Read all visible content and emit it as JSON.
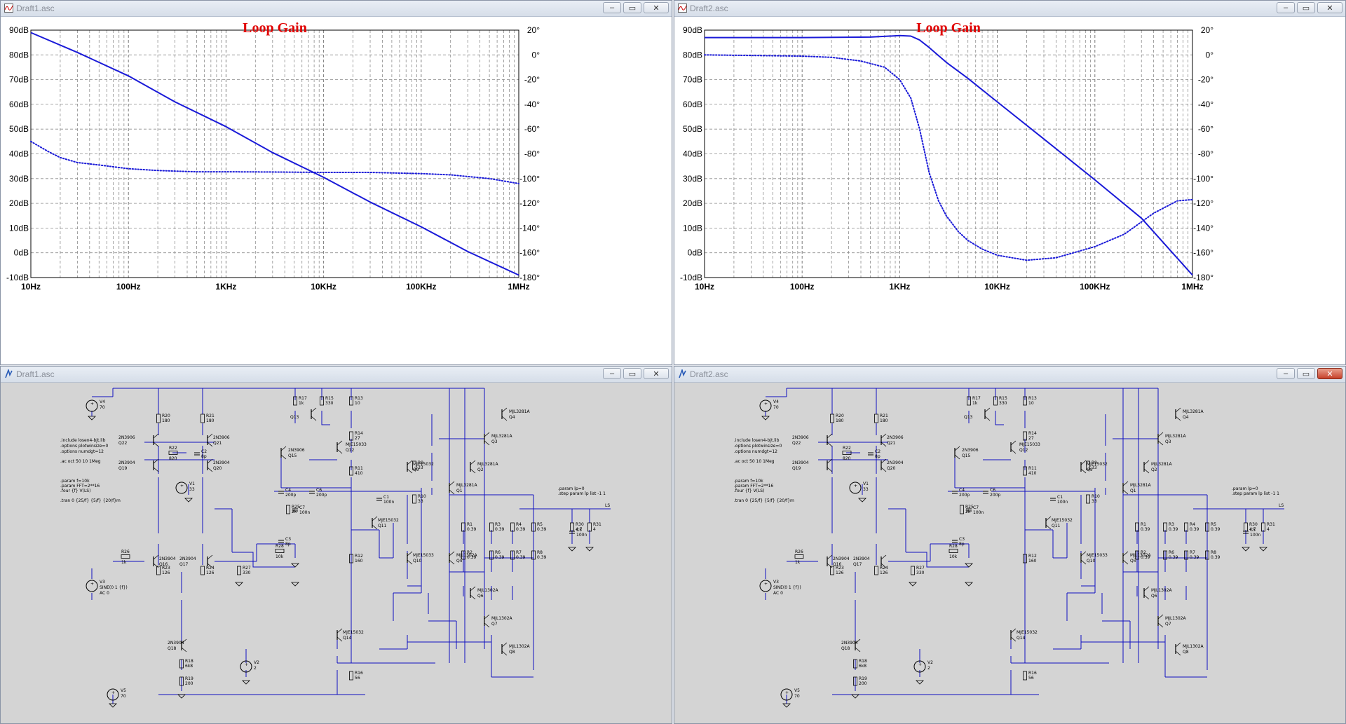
{
  "windows": [
    {
      "id": "plot1",
      "title": "Draft1.asc",
      "kind": "plot"
    },
    {
      "id": "plot2",
      "title": "Draft2.asc",
      "kind": "plot"
    },
    {
      "id": "sch1",
      "title": "Draft1.asc",
      "kind": "schematic"
    },
    {
      "id": "sch2",
      "title": "Draft2.asc",
      "kind": "schematic"
    }
  ],
  "window_buttons": {
    "minimize": "‒",
    "maximize": "▭",
    "close": "✕"
  },
  "icons": {
    "plot_window": "waveform-icon",
    "schematic_window": "ltspice-icon"
  },
  "colors": {
    "trace": "#1a1ad8",
    "title": "#e00000",
    "grid": "#9a9a9a",
    "schematic_wire": "#1010c0",
    "schematic_bg": "#d4d4d4"
  },
  "chart_data": [
    {
      "type": "line",
      "title": "Loop Gain",
      "x_scale": "log",
      "xlim": [
        10,
        1000000
      ],
      "x_ticks": [
        "10Hz",
        "100Hz",
        "1KHz",
        "10KHz",
        "100KHz",
        "1MHz"
      ],
      "y_left_ticks": [
        "90dB",
        "80dB",
        "70dB",
        "60dB",
        "50dB",
        "40dB",
        "30dB",
        "20dB",
        "10dB",
        "0dB",
        "-10dB"
      ],
      "y_right_ticks": [
        "20°",
        "0°",
        "-20°",
        "-40°",
        "-60°",
        "-80°",
        "-100°",
        "-120°",
        "-140°",
        "-160°",
        "-180°"
      ],
      "ylim_left": [
        -10,
        90
      ],
      "ylim_right": [
        -180,
        20
      ],
      "grid": true,
      "series": [
        {
          "style": "solid",
          "axis": "left",
          "x": [
            10,
            30,
            100,
            300,
            1000,
            3000,
            10000,
            30000,
            100000,
            300000,
            1000000
          ],
          "values": [
            89,
            81,
            71.5,
            61,
            51,
            40.5,
            30.5,
            20.5,
            10.5,
            0.5,
            -9
          ]
        },
        {
          "style": "dotted",
          "axis": "right",
          "x": [
            10,
            15,
            20,
            30,
            50,
            100,
            200,
            500,
            1000,
            3000,
            10000,
            30000,
            100000,
            200000,
            500000,
            1000000
          ],
          "values": [
            -70,
            -78,
            -83,
            -87,
            -89,
            -92,
            -93.5,
            -94.5,
            -94.5,
            -94.7,
            -95,
            -95,
            -96,
            -97,
            -100,
            -104
          ]
        }
      ]
    },
    {
      "type": "line",
      "title": "Loop Gain",
      "x_scale": "log",
      "xlim": [
        10,
        1000000
      ],
      "x_ticks": [
        "10Hz",
        "100Hz",
        "1KHz",
        "10KHz",
        "100KHz",
        "1MHz"
      ],
      "y_left_ticks": [
        "90dB",
        "80dB",
        "70dB",
        "60dB",
        "50dB",
        "40dB",
        "30dB",
        "20dB",
        "10dB",
        "0dB",
        "-10dB"
      ],
      "y_right_ticks": [
        "20°",
        "0°",
        "-20°",
        "-40°",
        "-60°",
        "-80°",
        "-100°",
        "-120°",
        "-140°",
        "-160°",
        "-180°"
      ],
      "ylim_left": [
        -10,
        90
      ],
      "ylim_right": [
        -180,
        20
      ],
      "grid": true,
      "series": [
        {
          "style": "solid",
          "axis": "left",
          "x": [
            10,
            100,
            500,
            1000,
            1300,
            1600,
            2000,
            3000,
            5000,
            10000,
            30000,
            100000,
            300000,
            1000000
          ],
          "values": [
            87,
            87,
            87.2,
            87.8,
            87.6,
            86,
            83,
            77,
            70.5,
            61,
            46,
            29.5,
            14,
            -9
          ]
        },
        {
          "style": "dotted",
          "axis": "right",
          "x": [
            10,
            100,
            200,
            400,
            700,
            1000,
            1300,
            1600,
            2000,
            2500,
            3000,
            4000,
            5000,
            7000,
            10000,
            20000,
            40000,
            100000,
            200000,
            400000,
            700000,
            1000000
          ],
          "values": [
            0,
            -1,
            -2,
            -5,
            -10,
            -20,
            -35,
            -60,
            -95,
            -118,
            -130,
            -143,
            -150,
            -157,
            -162,
            -166,
            -164,
            -155,
            -145,
            -128,
            -118,
            -117
          ]
        }
      ]
    }
  ],
  "schematic": {
    "directives": [
      ".include losen4-bjt.lib",
      ".options plotwinsize=0",
      ".options numdgt=12",
      ".ac oct 50 10 1Meg",
      ".param f=10k",
      ".param FFT=2**16",
      ".four {f} V(LS)",
      ".tran 0 {25/f} {5/f} {20/f}m"
    ],
    "step_directives": [
      ".param lp=0",
      ".step param lp list -1 1"
    ],
    "sources": [
      {
        "ref": "V4",
        "value": "70"
      },
      {
        "ref": "V1",
        "value": "33"
      },
      {
        "ref": "V3",
        "value": "SINE(0 1 {f})",
        "ac": "AC 0"
      },
      {
        "ref": "V5",
        "value": "70"
      },
      {
        "ref": "V2",
        "value": "2"
      }
    ],
    "parts": [
      {
        "ref": "R20",
        "value": "180"
      },
      {
        "ref": "R21",
        "value": "180"
      },
      {
        "ref": "Q22",
        "value": "2N3906"
      },
      {
        "ref": "Q21",
        "value": "2N3906"
      },
      {
        "ref": "R22",
        "value": "820"
      },
      {
        "ref": "C2",
        "value": "8p"
      },
      {
        "ref": "Q19",
        "value": "2N3904"
      },
      {
        "ref": "Q20",
        "value": "2N3904"
      },
      {
        "ref": "R17",
        "value": "1k"
      },
      {
        "ref": "R15",
        "value": "330"
      },
      {
        "ref": "R13",
        "value": "10"
      },
      {
        "ref": "Q13",
        "value": ""
      },
      {
        "ref": "R14",
        "value": "27"
      },
      {
        "ref": "Q15",
        "value": "2N3906"
      },
      {
        "ref": "Q12",
        "value": "MJE15033"
      },
      {
        "ref": "C4",
        "value": "200p"
      },
      {
        "ref": "C6",
        "value": "200p"
      },
      {
        "ref": "R25",
        "value": "2k"
      },
      {
        "ref": "C7",
        "value": "100n"
      },
      {
        "ref": "R11",
        "value": "410"
      },
      {
        "ref": "R9",
        "value": "33"
      },
      {
        "ref": "Q9",
        "value": "MJE15032"
      },
      {
        "ref": "Q11",
        "value": "MJE15032"
      },
      {
        "ref": "C1",
        "value": "100n"
      },
      {
        "ref": "R10",
        "value": "33"
      },
      {
        "ref": "R12",
        "value": "160"
      },
      {
        "ref": "Q10",
        "value": "MJE15033"
      },
      {
        "ref": "C3",
        "value": "8p"
      },
      {
        "ref": "R28",
        "value": "10k"
      },
      {
        "ref": "R26",
        "value": "1k"
      },
      {
        "ref": "Q16",
        "value": "2N3904"
      },
      {
        "ref": "Q17",
        "value": "2N3904"
      },
      {
        "ref": "R23",
        "value": "126"
      },
      {
        "ref": "R24",
        "value": "126"
      },
      {
        "ref": "R27",
        "value": "330"
      },
      {
        "ref": "R18",
        "value": "6k8"
      },
      {
        "ref": "Q18",
        "value": "2N3904"
      },
      {
        "ref": "R19",
        "value": "200"
      },
      {
        "ref": "Q14",
        "value": "MJE15032"
      },
      {
        "ref": "R16",
        "value": "56"
      },
      {
        "ref": "Q4",
        "value": "MJL3281A"
      },
      {
        "ref": "Q3",
        "value": "MJL3281A"
      },
      {
        "ref": "Q2",
        "value": "MJL3281A"
      },
      {
        "ref": "Q1",
        "value": "MJL3281A"
      },
      {
        "ref": "R1",
        "value": "0.39"
      },
      {
        "ref": "R3",
        "value": "0.39"
      },
      {
        "ref": "R4",
        "value": "0.39"
      },
      {
        "ref": "R5",
        "value": "0.39"
      },
      {
        "ref": "R2",
        "value": "0.39"
      },
      {
        "ref": "R6",
        "value": "0.39"
      },
      {
        "ref": "R7",
        "value": "0.39"
      },
      {
        "ref": "R8",
        "value": "0.39"
      },
      {
        "ref": "Q5",
        "value": "MJL1302A"
      },
      {
        "ref": "Q6",
        "value": "MJL1302A"
      },
      {
        "ref": "Q7",
        "value": "MJL1302A"
      },
      {
        "ref": "Q8",
        "value": "MJL1302A"
      },
      {
        "ref": "R30",
        "value": "4.7"
      },
      {
        "ref": "C5",
        "value": "100n"
      },
      {
        "ref": "R31",
        "value": "4"
      }
    ],
    "net_label": "LS"
  }
}
